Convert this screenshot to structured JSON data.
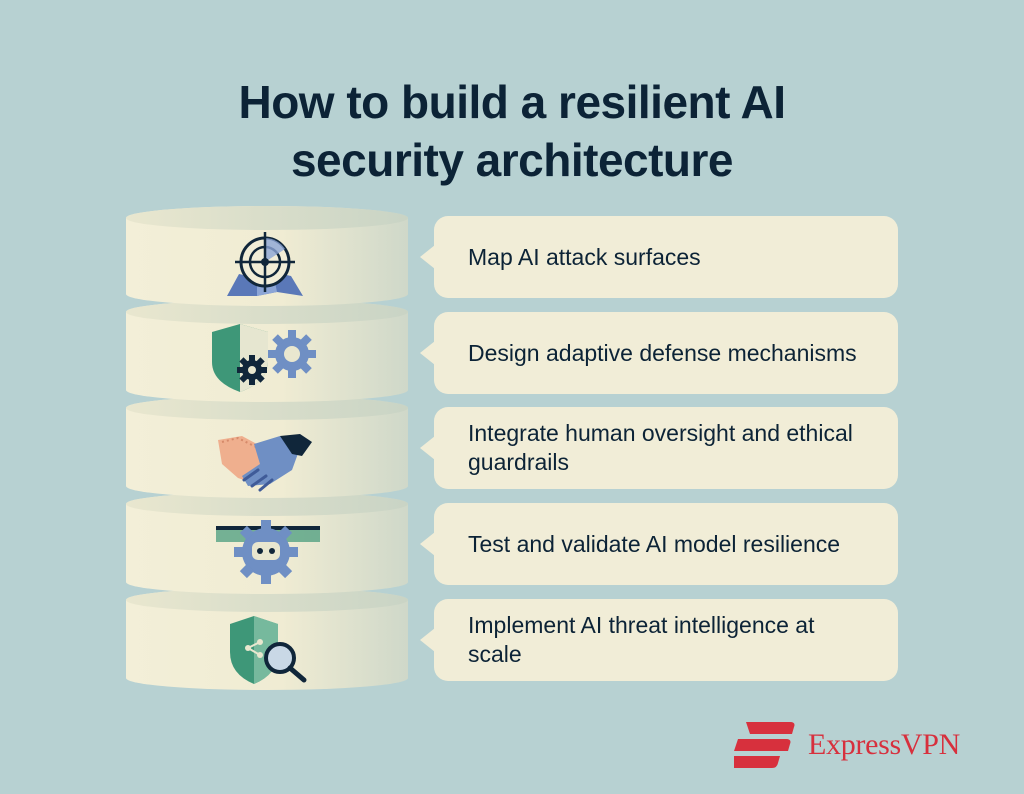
{
  "title": {
    "line1": "How to build a resilient AI",
    "line2": "security architecture"
  },
  "steps": [
    {
      "label": "Map AI attack surfaces",
      "icon": "radar-map-icon"
    },
    {
      "label": "Design adaptive defense mechanisms",
      "icon": "shield-gears-icon"
    },
    {
      "label": "Integrate human oversight and ethical guardrails",
      "icon": "handshake-icon"
    },
    {
      "label": "Test and validate AI model resilience",
      "icon": "robot-gear-icon"
    },
    {
      "label": "Implement AI threat intelligence at scale",
      "icon": "shield-search-icon"
    }
  ],
  "brand": {
    "name": "ExpressVPN",
    "color": "#d7303d"
  },
  "colors": {
    "background": "#b7d1d2",
    "bubble": "#f1edd7",
    "text": "#0c2336"
  }
}
